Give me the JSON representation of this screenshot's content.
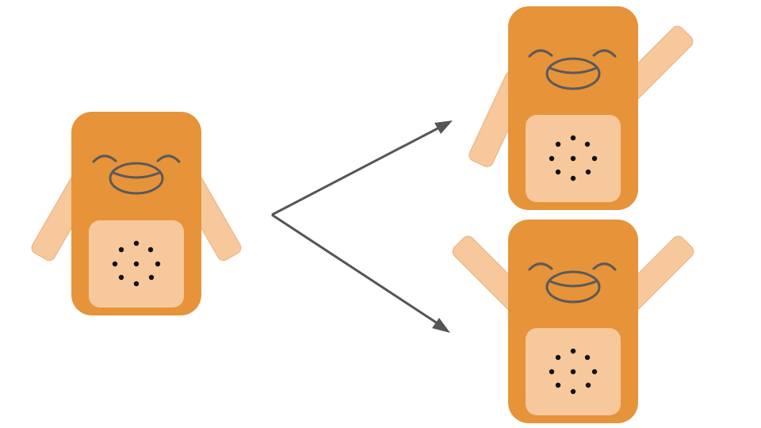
{
  "colors": {
    "body": "#E6933A",
    "light": "#F7C89B",
    "arm_stroke": "#E8B07C",
    "face": "#5A5A5A",
    "arrow": "#555555",
    "speaker_dot": "#111111",
    "background": "#FFFFFF"
  },
  "figures": [
    {
      "id": "source",
      "pose": "arms-down"
    },
    {
      "id": "result-top",
      "pose": "one-arm-up"
    },
    {
      "id": "result-bottom",
      "pose": "both-arms-up"
    }
  ],
  "arrows": [
    {
      "from": "source",
      "to": "result-top"
    },
    {
      "from": "source",
      "to": "result-bottom"
    }
  ]
}
